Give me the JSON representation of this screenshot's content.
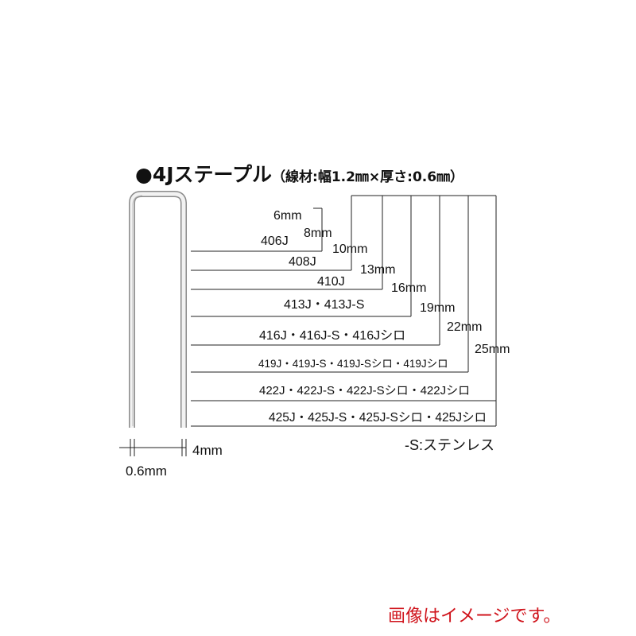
{
  "title": "●4Jステープル",
  "subtitle": "（線材:幅1.2㎜×厚さ:0.6㎜）",
  "image_note": "画像はイメージです。",
  "material_note": "-S:ステンレス",
  "dimensions": {
    "thickness": "0.6mm",
    "crown": "4mm"
  },
  "lengths": [
    {
      "length": "6mm",
      "models": "406J"
    },
    {
      "length": "8mm",
      "models": "408J"
    },
    {
      "length": "10mm",
      "models": "410J"
    },
    {
      "length": "13mm",
      "models": "413J・413J-S"
    },
    {
      "length": "16mm",
      "models": "416J・416J-S・416Jシロ"
    },
    {
      "length": "19mm",
      "models": "419J・419J-S・419J-Sシロ・419Jシロ"
    },
    {
      "length": "22mm",
      "models": "422J・422J-S・422J-Sシロ・422Jシロ"
    },
    {
      "length": "25mm",
      "models": "425J・425J-S・425J-Sシロ・425Jシロ"
    }
  ],
  "colors": {
    "line": "#222222",
    "staple_fill": "#e8e8e8",
    "staple_edge": "#8a8a8a",
    "note": "#d0141c"
  }
}
